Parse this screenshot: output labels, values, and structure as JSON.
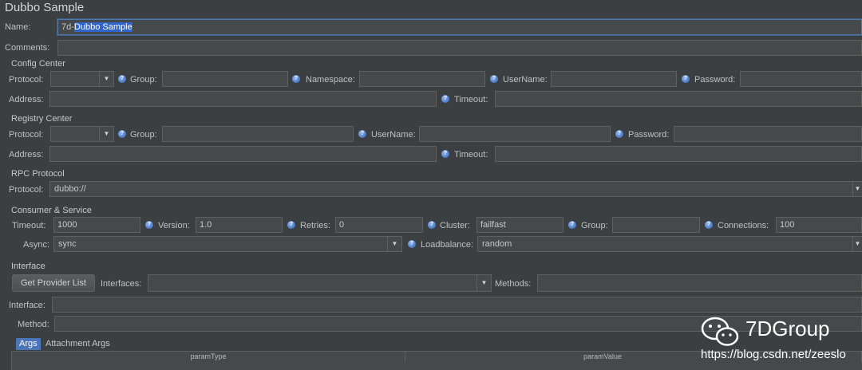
{
  "window": {
    "title": "Dubbo Sample"
  },
  "name": {
    "label": "Name:",
    "value_prefix": "7d-",
    "value_selected": "Dubbo Sample"
  },
  "comments": {
    "label": "Comments:",
    "value": ""
  },
  "config_center": {
    "title": "Config Center",
    "protocol_label": "Protocol:",
    "protocol_value": "",
    "group_label": "Group:",
    "group_value": "",
    "namespace_label": "Namespace:",
    "namespace_value": "",
    "username_label": "UserName:",
    "username_value": "",
    "password_label": "Password:",
    "password_value": "",
    "address_label": "Address:",
    "address_value": "",
    "timeout_label": "Timeout:",
    "timeout_value": ""
  },
  "registry_center": {
    "title": "Registry Center",
    "protocol_label": "Protocol:",
    "protocol_value": "",
    "group_label": "Group:",
    "group_value": "",
    "username_label": "UserName:",
    "username_value": "",
    "password_label": "Password:",
    "password_value": "",
    "address_label": "Address:",
    "address_value": "",
    "timeout_label": "Timeout:",
    "timeout_value": ""
  },
  "rpc_protocol": {
    "title": "RPC Protocol",
    "protocol_label": "Protocol:",
    "protocol_value": "dubbo://"
  },
  "consumer_service": {
    "title": "Consumer & Service",
    "timeout_label": "Timeout:",
    "timeout_value": "1000",
    "version_label": "Version:",
    "version_value": "1.0",
    "retries_label": "Retries:",
    "retries_value": "0",
    "cluster_label": "Cluster:",
    "cluster_value": "failfast",
    "group_label": "Group:",
    "group_value": "",
    "connections_label": "Connections:",
    "connections_value": "100",
    "async_label": "Async:",
    "async_value": "sync",
    "loadbalance_label": "Loadbalance:",
    "loadbalance_value": "random"
  },
  "interface_section": {
    "title": "Interface",
    "get_provider_button": "Get Provider List",
    "interfaces_label": "Interfaces:",
    "interfaces_value": "",
    "methods_label": "Methods:",
    "methods_value": "",
    "interface_label": "Interface:",
    "interface_value": "",
    "method_label": "Method:",
    "method_value": ""
  },
  "tabs": [
    {
      "label": "Args"
    },
    {
      "label": "Attachment Args"
    }
  ],
  "args_table": {
    "columns": [
      "paramType",
      "paramValue"
    ]
  },
  "watermark": {
    "brand": "7DGroup",
    "url": "https://blog.csdn.net/zeeslo"
  },
  "icons": {
    "help": "help-icon",
    "dropdown": "chevron-down-icon",
    "logo": "wechat-icon"
  },
  "colors": {
    "background": "#3c3f41",
    "field": "#45494a",
    "selection": "#2f65ca",
    "help": "#2c5fb8"
  }
}
